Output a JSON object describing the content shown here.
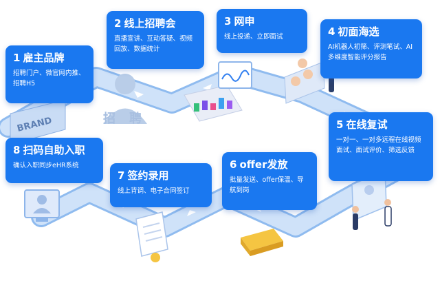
{
  "steps": [
    {
      "num": "1",
      "title": "雇主品牌",
      "desc": "招聘门户、微官网内推、招聘H5"
    },
    {
      "num": "2",
      "title": "线上招聘会",
      "desc": "直播宣讲、互动答疑、视频回放、数据统计"
    },
    {
      "num": "3",
      "title": "网申",
      "desc": "线上投递、立即面试"
    },
    {
      "num": "4",
      "title": "初面海选",
      "desc": "AI机器人初筛、评测笔试、AI多维度智能评分报告"
    },
    {
      "num": "5",
      "title": "在线复试",
      "desc": "一对一、一对多远程在线视频面试、面试评价、筛选反馈"
    },
    {
      "num": "6",
      "title": "offer发放",
      "desc": "批量发送、offer保温、导航到岗"
    },
    {
      "num": "7",
      "title": "签约录用",
      "desc": "线上背调、电子合同签订"
    },
    {
      "num": "8",
      "title": "扫码自助入职",
      "desc": "确认入职同步eHR系统"
    }
  ],
  "illustration_text": {
    "brand": "BRAND",
    "zhao": "招",
    "pin": "聘"
  },
  "colors": {
    "card": "#1a78f0",
    "path": "#bfd8f7",
    "path_edge": "#8fbbef",
    "arrow": "#ffffff"
  }
}
